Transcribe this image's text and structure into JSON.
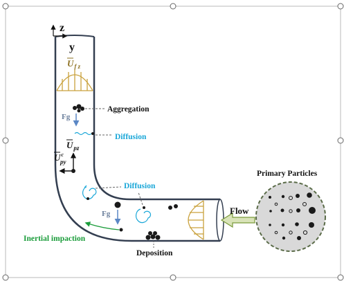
{
  "axes": {
    "z": "z",
    "y": "y"
  },
  "symbols": {
    "ufz_main": "U",
    "ufz_sub": "f z",
    "upz_main": "U",
    "upz_sub": "pz",
    "upy_main": "U",
    "upy_sup": "c",
    "upy_sub": "py"
  },
  "labels": {
    "aggregation": "Aggregation",
    "diffusion_vertical": "Diffusion",
    "diffusion_bend": "Diffusion",
    "fg_top": "Fg",
    "fg_bottom": "Fg",
    "inertial_impaction": "Inertial impaction",
    "deposition": "Deposition",
    "flow": "Flow",
    "primary_particles": "Primary Particles"
  },
  "colors": {
    "pipe_wall": "#333e50",
    "velocity_profile": "#c9a13c",
    "diffusion_text": "#1aa7d8",
    "inertial_text": "#1a9c3a",
    "gravity_arrow": "#5b87c5",
    "flow_arrow_fill": "#d9e3b8",
    "flow_arrow_edge": "#7a9a3a",
    "circle_fill": "#d9d9d9",
    "circle_edge": "#5a6b48",
    "particle": "#1a1a1a"
  }
}
